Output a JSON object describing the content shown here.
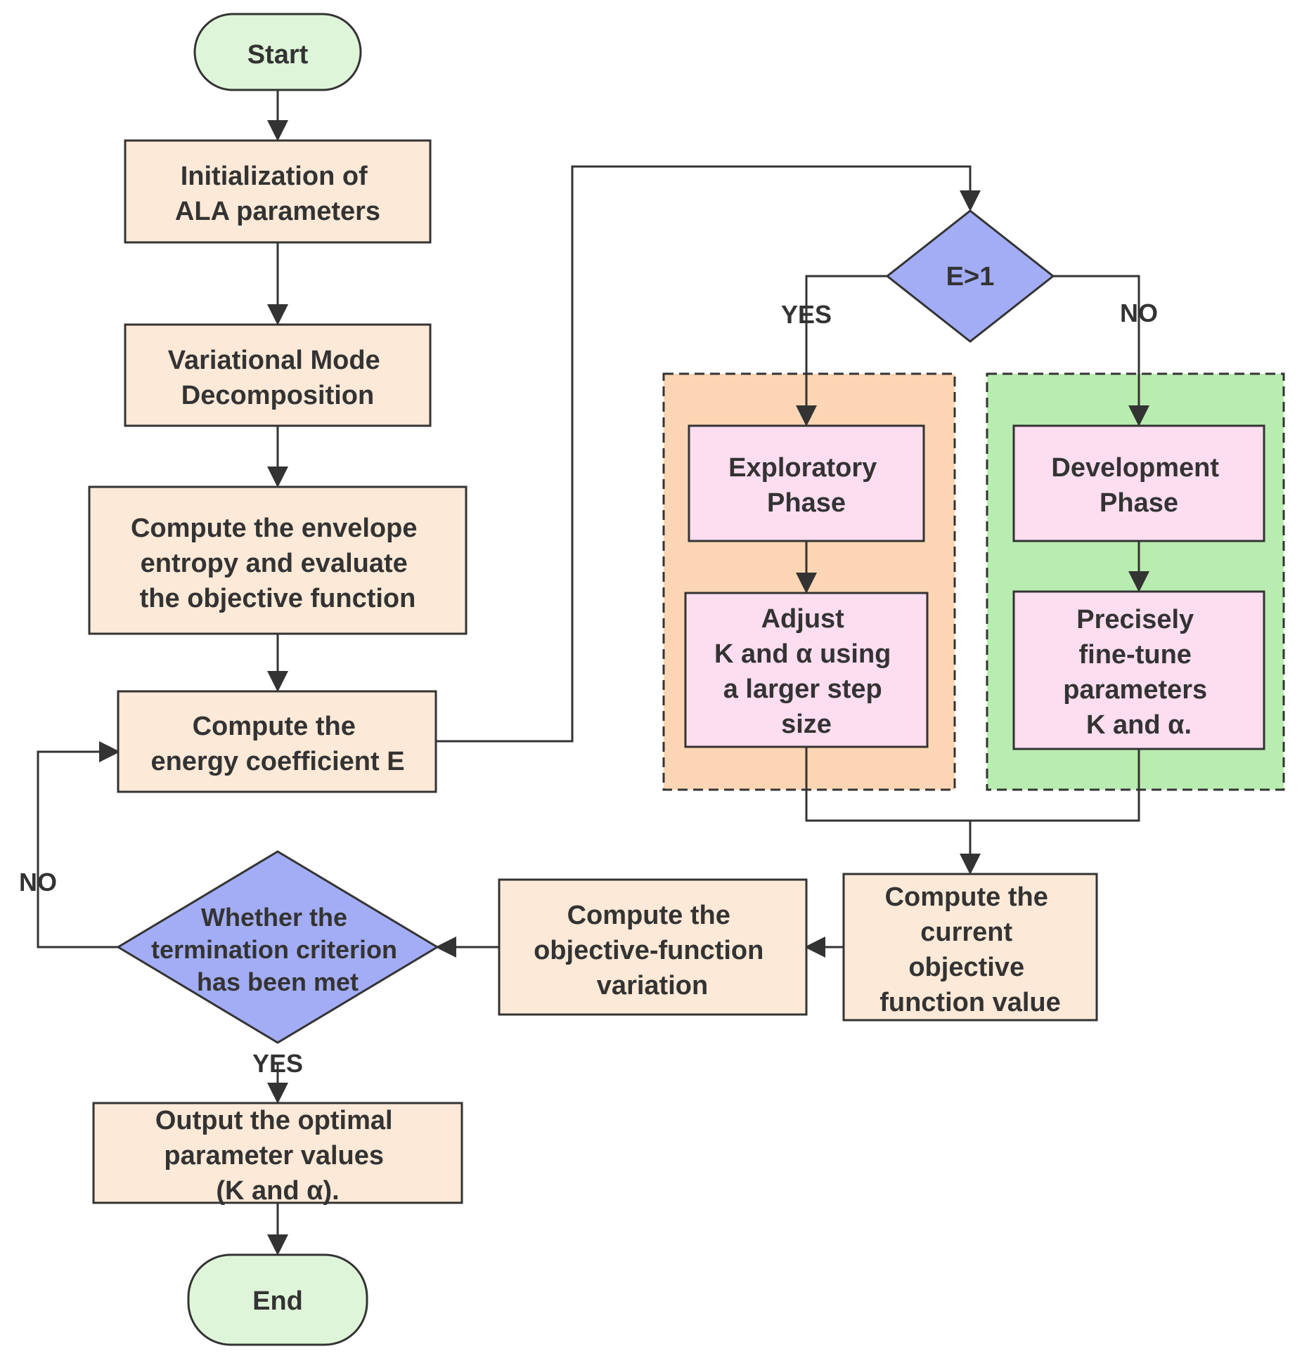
{
  "start": "Start",
  "init": [
    "Initialization of",
    "ALA parameters"
  ],
  "vmd": [
    "Variational Mode",
    "Decomposition"
  ],
  "envelope": [
    "Compute the envelope",
    "entropy and evaluate",
    "the objective function"
  ],
  "energy": [
    "Compute the",
    "energy coefficient E"
  ],
  "decision_e": "E>1",
  "yes_label": "YES",
  "no_label": "NO",
  "exploratory": [
    "Exploratory",
    "Phase"
  ],
  "adjust": [
    "Adjust",
    "K and α using",
    "a larger step",
    "size"
  ],
  "development": [
    "Development",
    "Phase"
  ],
  "precisely": [
    "Precisely",
    "fine-tune",
    "parameters",
    "K and α."
  ],
  "current": [
    "Compute the",
    "current",
    "objective",
    "function value"
  ],
  "variation": [
    "Compute the",
    "objective-function",
    "variation"
  ],
  "termination": [
    "Whether the",
    "termination criterion",
    "has been met"
  ],
  "loop_no_label": "NO",
  "term_yes_label": "YES",
  "output": [
    "Output the optimal",
    "parameter values",
    "(K and α)."
  ],
  "end": "End",
  "colors": {
    "terminal_fill": "#dff5d9",
    "process_fill": "#fde9d7",
    "decision_fill": "#a3adf5",
    "phase_fill": "#fdddf0",
    "explore_group_fill": "#fcd6b4",
    "develop_group_fill": "#b9ecb0",
    "stroke": "#333333"
  }
}
